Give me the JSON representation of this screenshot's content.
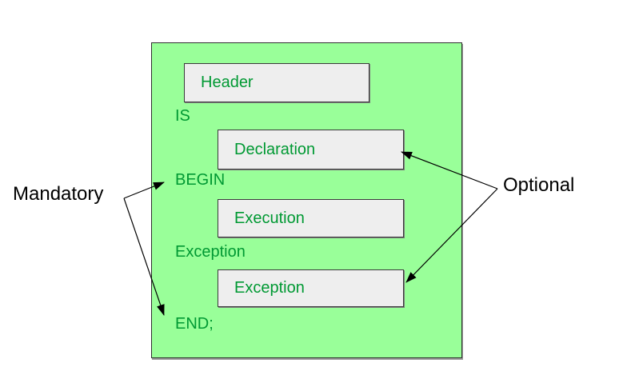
{
  "diagram": {
    "description": "PL/SQL block structure diagram",
    "block": {
      "boxes": [
        {
          "label": "Header"
        },
        {
          "label": "Declaration"
        },
        {
          "label": "Execution"
        },
        {
          "label": "Exception"
        }
      ],
      "keywords": [
        {
          "text": "IS"
        },
        {
          "text": "BEGIN"
        },
        {
          "text": "Exception"
        },
        {
          "text": "END;"
        }
      ]
    },
    "annotations": [
      {
        "label": "Mandatory",
        "targets": [
          "BEGIN",
          "END;"
        ]
      },
      {
        "label": "Optional",
        "targets": [
          "Declaration",
          "Exception"
        ]
      }
    ],
    "colors": {
      "background": "#ffffff",
      "block_fill": "#99ff99",
      "block_border": "#2f2f2f",
      "box_fill": "#eeeeee",
      "box_border": "#3a3a3a",
      "keyword_text": "#009933",
      "annotation_text": "#000000",
      "arrow": "#000000"
    }
  }
}
